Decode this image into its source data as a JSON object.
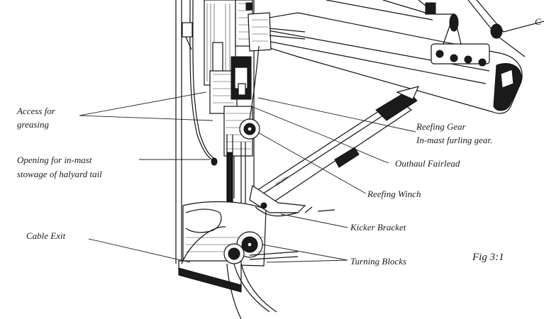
{
  "labels": {
    "access_greasing_1": "Access for",
    "access_greasing_2": "greasing",
    "opening_1": "Opening for in-mast",
    "opening_2": "stowage of halyard tail",
    "cable_exit": "Cable Exit",
    "reefing_gear_1": "Reefing Gear",
    "reefing_gear_2": "In-mast furling gear.",
    "outhaul_fairlead": "Outhaul Fairlead",
    "reefing_winch": "Reefing Winch",
    "kicker_bracket": "Kicker Bracket",
    "turning_blocks": "Turning Blocks",
    "clipped_top_right": "C",
    "figure_number": "Fig 3:1"
  },
  "boom_text": "SELDÉN"
}
